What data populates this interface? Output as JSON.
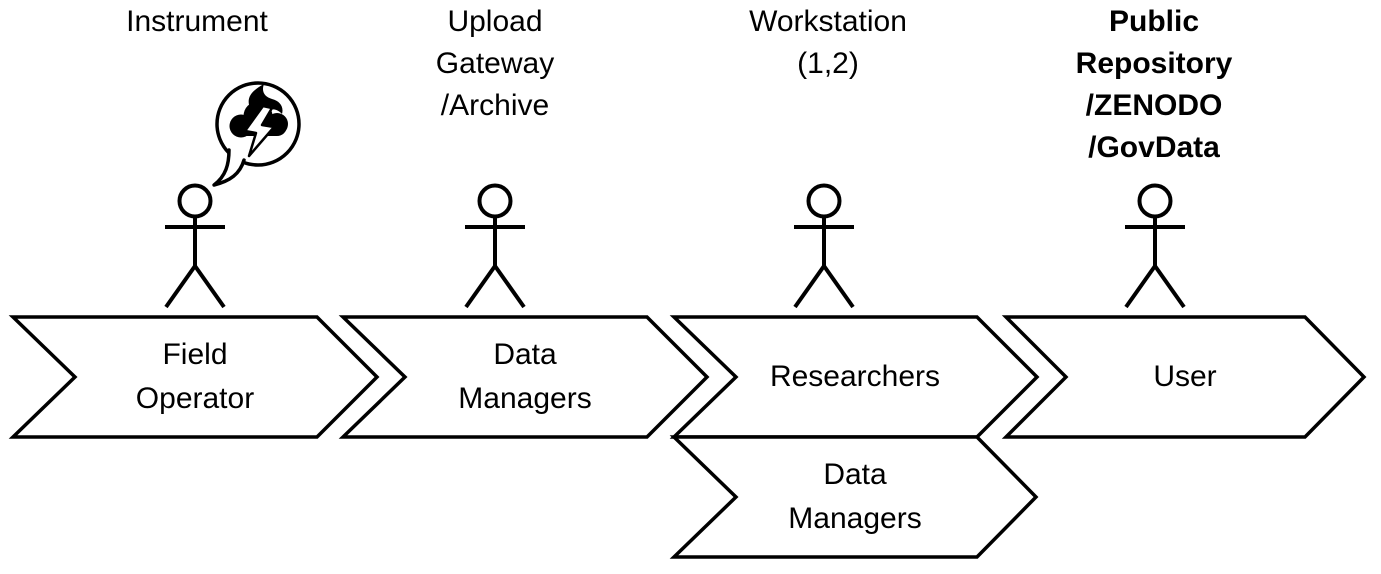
{
  "headers": {
    "instrument": "Instrument",
    "upload_gateway": "Upload\nGateway\n/Archive",
    "workstation": "Workstation\n(1,2)",
    "public_repository": "Public\nRepository\n/ZENODO\n/GovData"
  },
  "lanes": {
    "field_operator": "Field\nOperator",
    "data_managers_upload": "Data\nManagers",
    "researchers": "Researchers",
    "user": "User",
    "data_managers_workstation": "Data\nManagers"
  },
  "icons": {
    "speech_bubble": "storm-cloud-lightning-icon"
  },
  "colors": {
    "outline": "#000000",
    "shape_fill": "#ffffff"
  }
}
